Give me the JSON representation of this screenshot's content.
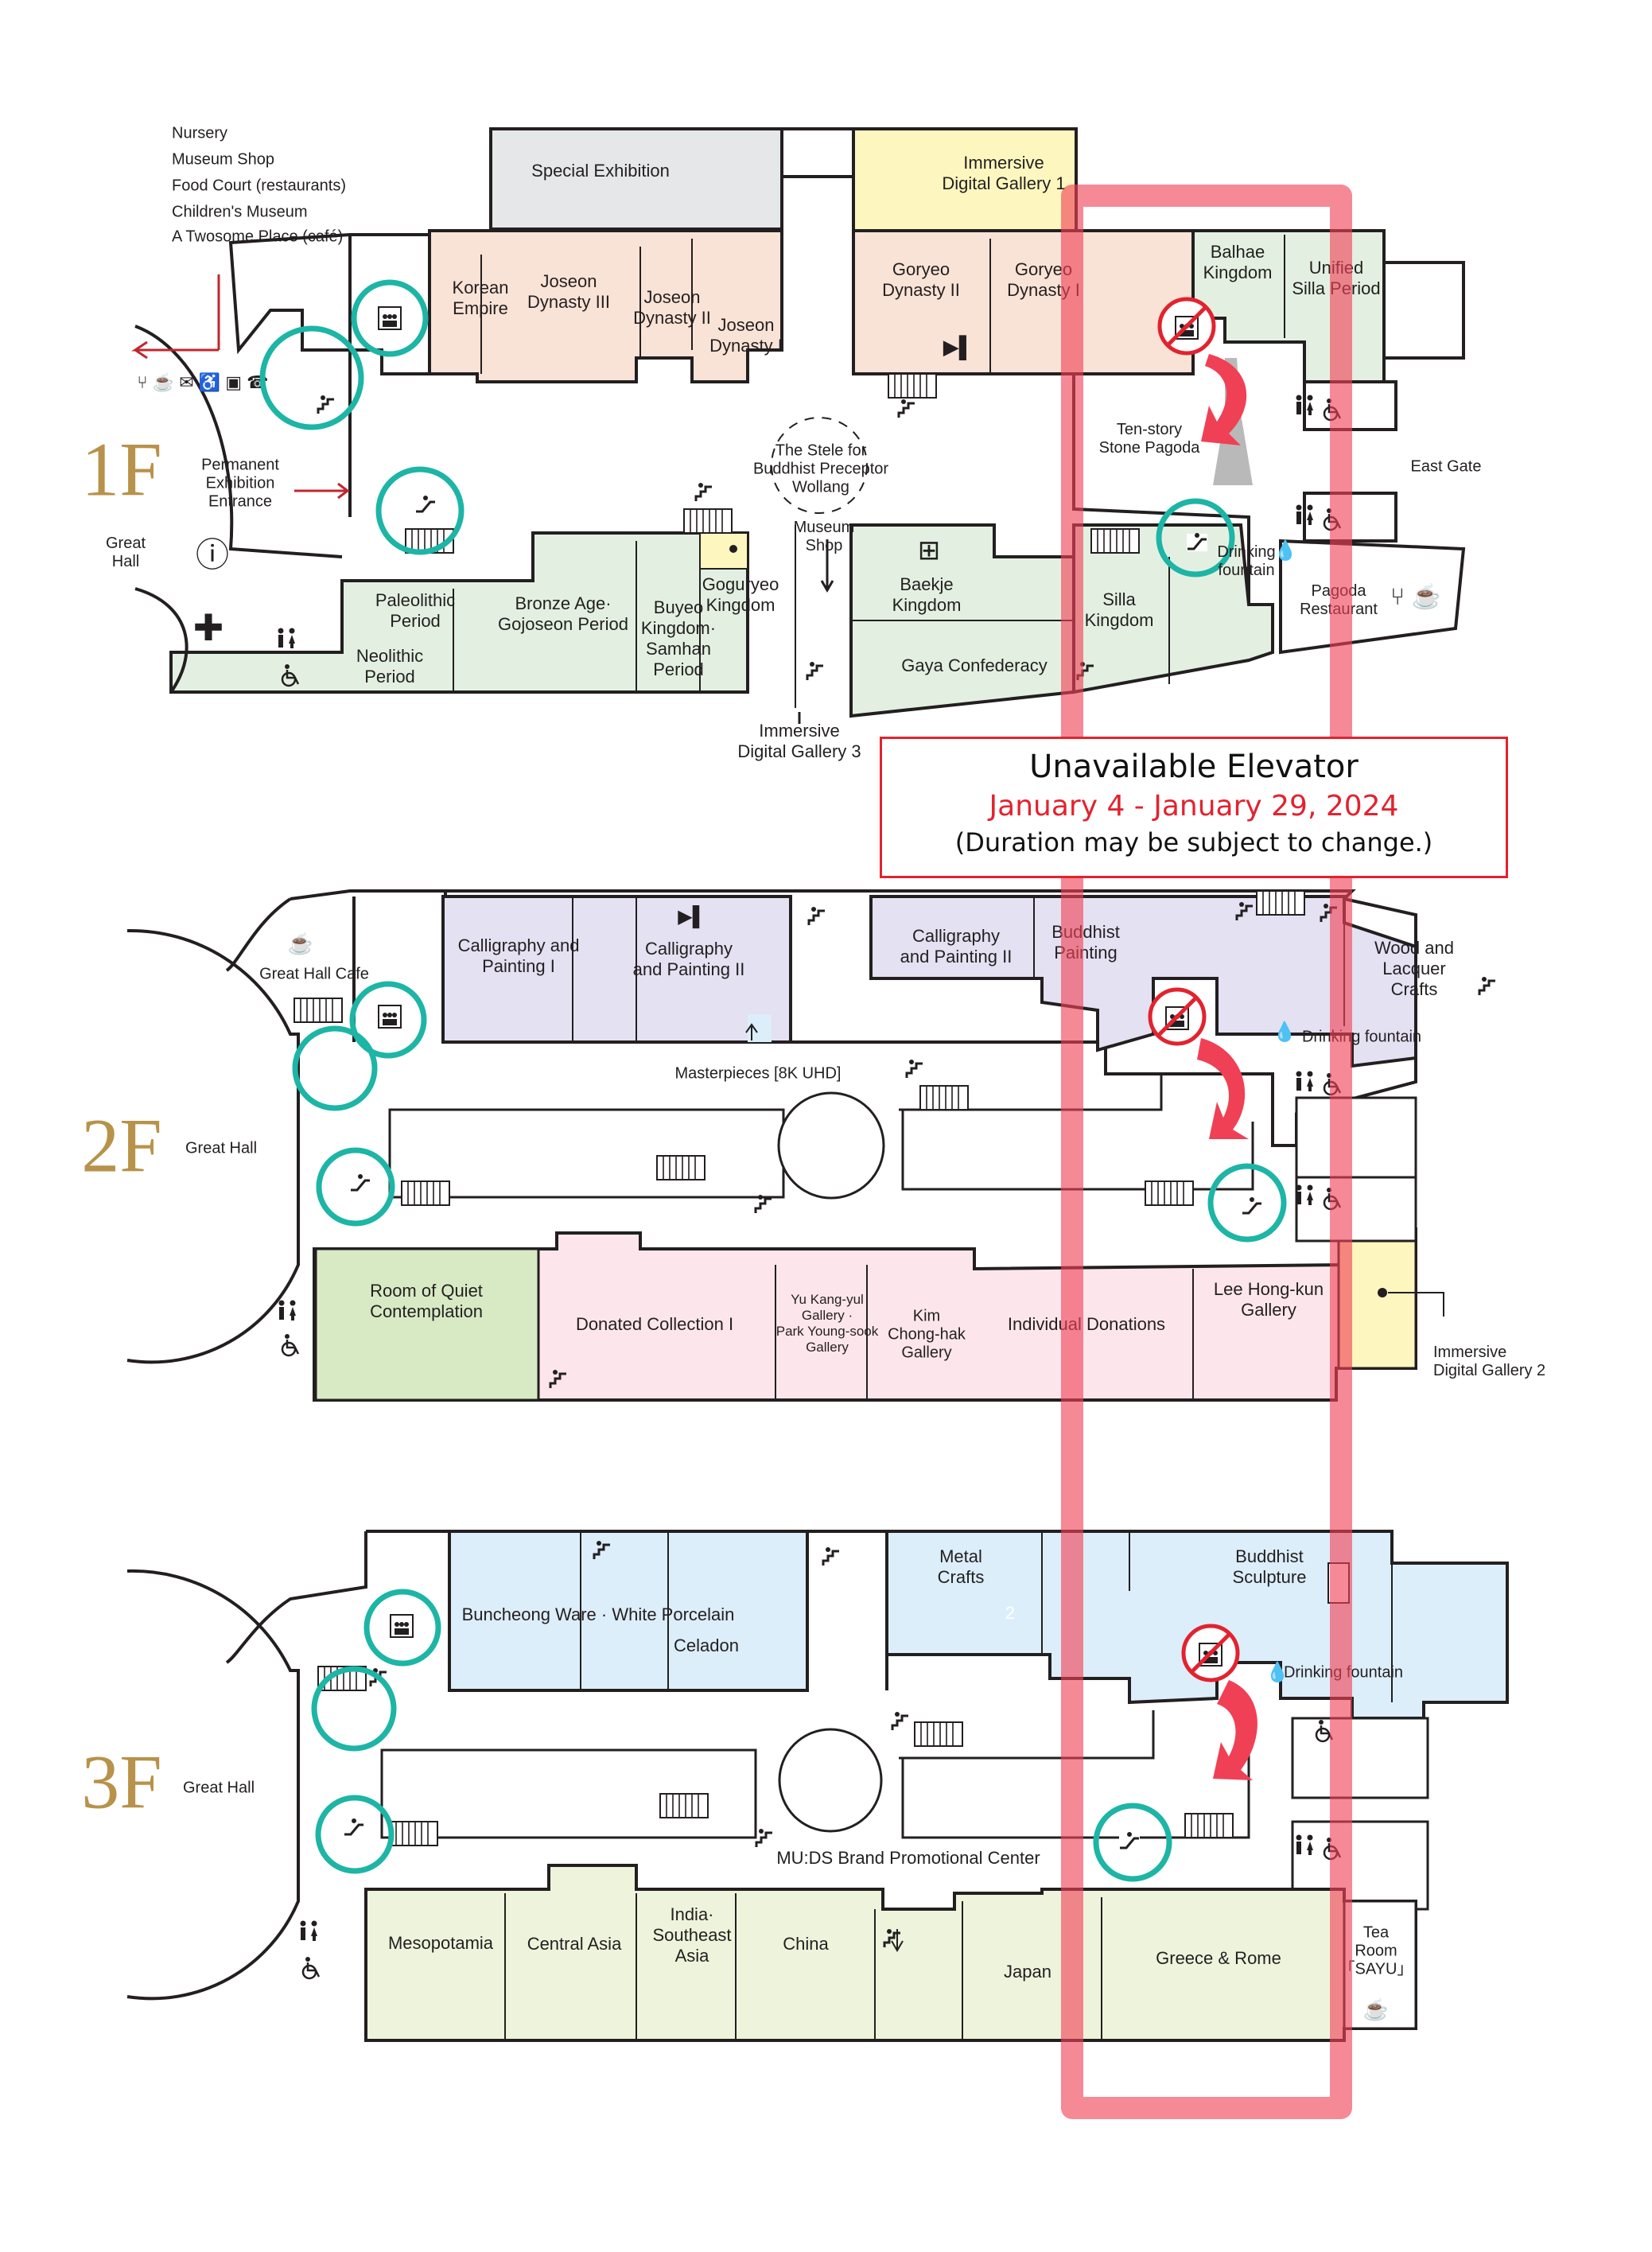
{
  "colors": {
    "korean_history": "#f9e3d6",
    "prehistory": "#e3f0e1",
    "calligraphy": "#e4e1f2",
    "donations": "#fce6ec",
    "contemplation": "#d8eac4",
    "ceramics": "#dceefa",
    "world": "#eef4dc",
    "immersive": "#fdf7bf",
    "special": "#e6e7e9",
    "highlight": "#f04056",
    "teal": "#1db5a5",
    "floor_label": "#b8924a"
  },
  "floors": {
    "f1": {
      "label": "1F",
      "amenities_list": [
        "Nursery",
        "Museum Shop",
        "Food Court (restaurants)",
        "Children's Museum",
        "A Twosome Place (café)"
      ],
      "rooms": {
        "special": "Special Exhibition",
        "immersive1": "Immersive\nDigital Gallery 1",
        "korean_empire": "Korean\nEmpire",
        "joseon3": "Joseon\nDynasty III",
        "joseon2": "Joseon\nDynasty II",
        "joseon1": "Joseon\nDynasty I",
        "goryeo2": "Goryeo\nDynasty II",
        "goryeo1": "Goryeo\nDynasty I",
        "balhae": "Balhae\nKingdom",
        "unified_silla": "Unified\nSilla Period",
        "stele": "The Stele for\nBuddhist Preceptor\nWollang",
        "pagoda": "Ten-story\nStone Pagoda",
        "east_gate": "East Gate",
        "permanent_entrance": "Permanent\nExhibition\nEntrance",
        "great_hall": "Great\nHall",
        "museum_shop": "Museum\nShop",
        "drinking": "Drinking\nfountain",
        "pagoda_restaurant": "Pagoda\nRestaurant",
        "paleolithic": "Paleolithic\nPeriod",
        "bronze": "Bronze Age·\nGojoseon Period",
        "buyeo": "Buyeo\nKingdom·\nSamhan\nPeriod",
        "goguryeo": "Goguryeo\nKingdom",
        "baekje": "Baekje\nKingdom",
        "silla": "Silla\nKingdom",
        "neolithic": "Neolithic\nPeriod",
        "gaya": "Gaya Confederacy",
        "immersive3": "Immersive\nDigital Gallery 3"
      }
    },
    "f2": {
      "label": "2F",
      "rooms": {
        "cafe": "Great Hall Cafe",
        "calli1": "Calligraphy and\nPainting I",
        "calli2": "Calligraphy\nand Painting II",
        "calli3": "Calligraphy\nand Painting II",
        "buddhist_painting": "Buddhist\nPainting",
        "wood": "Wood and\nLacquer\nCrafts",
        "drinking": "Drinking fountain",
        "masterpieces": "Masterpieces [8K UHD]",
        "great_hall": "Great Hall",
        "quiet": "Room of Quiet\nContemplation",
        "donated": "Donated Collection I",
        "yu": "Yu Kang-yul\nGallery ·\nPark Young-sook\nGallery",
        "kim": "Kim\nChong-hak\nGallery",
        "individual": "Individual Donations",
        "lee": "Lee Hong-kun\nGallery",
        "immersive2": "Immersive\nDigital Gallery 2"
      }
    },
    "f3": {
      "label": "3F",
      "rooms": {
        "buncheong": "Buncheong Ware · White Porcelain",
        "celadon": "Celadon",
        "metal": "Metal\nCrafts",
        "buddhist_sculpture": "Buddhist\nSculpture",
        "drinking": "Drinking fountain",
        "great_hall": "Great Hall",
        "mu_ds": "MU:DS Brand Promotional Center",
        "mesopotamia": "Mesopotamia",
        "central_asia": "Central Asia",
        "india": "India·\nSoutheast\nAsia",
        "china": "China",
        "japan": "Japan",
        "greece": "Greece & Rome",
        "tea": "Tea\nRoom\n「SAYU」",
        "room_num": "2"
      }
    }
  },
  "notice": {
    "title": "Unavailable Elevator",
    "dates": "January 4  -  January 29, 2024",
    "note": "(Duration may be subject to change.)"
  }
}
